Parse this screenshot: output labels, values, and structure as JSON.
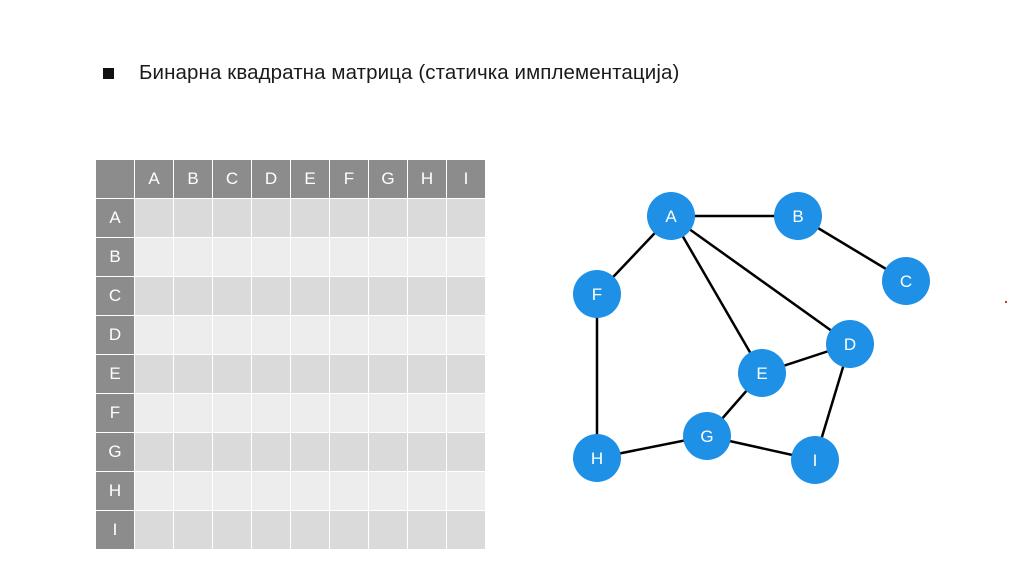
{
  "slide": {
    "title": "Бинарна квадратна матрица (статичка имплементација)"
  },
  "matrix": {
    "labels": [
      "A",
      "B",
      "C",
      "D",
      "E",
      "F",
      "G",
      "H",
      "I"
    ]
  },
  "graph": {
    "nodes": [
      "A",
      "B",
      "C",
      "D",
      "E",
      "F",
      "G",
      "H",
      "I"
    ],
    "edges": [
      [
        "A",
        "B"
      ],
      [
        "B",
        "C"
      ],
      [
        "A",
        "F"
      ],
      [
        "A",
        "E"
      ],
      [
        "A",
        "D"
      ],
      [
        "D",
        "E"
      ],
      [
        "D",
        "I"
      ],
      [
        "E",
        "G"
      ],
      [
        "F",
        "H"
      ],
      [
        "H",
        "G"
      ],
      [
        "G",
        "I"
      ]
    ],
    "node_color": "#1e90e6"
  }
}
